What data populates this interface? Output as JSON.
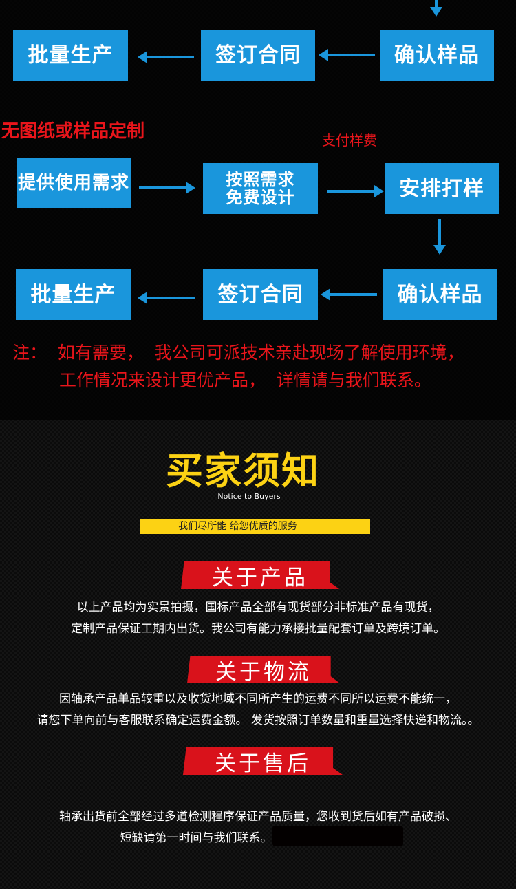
{
  "flow_top": {
    "row1": [
      "批量生产",
      "签订合同",
      "确认样品"
    ]
  },
  "custom_section": {
    "heading": "无图纸或样品定制",
    "pay_label": "支付样费",
    "row2": [
      "提供使用需求",
      "按照需求",
      "免费设计",
      "安排打样"
    ],
    "row3": [
      "批量生产",
      "签订合同",
      "确认样品"
    ],
    "note_line1": "注：  如有需要，  我公司可派技术亲赴现场了解使用环境，",
    "note_line2": "工作情况来设计更优产品，  详情请与我们联系。"
  },
  "notice": {
    "title": "买家须知",
    "subtitle": "Notice to Buyers",
    "slogan": "我们尽所能 给您优质的服务",
    "colors": {
      "yellow": "#fcd214",
      "red": "#d9121b",
      "blue": "#1a96dc"
    }
  },
  "sections": [
    {
      "title": "关于产品",
      "lines": [
        "以上产品均为实景拍摄，国标产品全部有现货部分非标准产品有现货，",
        "定制产品保证工期内出货。我公司有能力承接批量配套订单及跨境订单。"
      ]
    },
    {
      "title": "关于物流",
      "lines": [
        "因轴承产品单品较重以及收货地域不同所产生的运费不同所以运费不能统一，",
        "请您下单向前与客服联系确定运费金额。 发货按照订单数量和重量选择快递和物流。。"
      ]
    },
    {
      "title": "关于售后",
      "lines": [
        "轴承出货前全部经过多道检测程序保证产品质量，您收到货后如有产品破损、",
        "短缺请第一时间与我们联系。"
      ]
    }
  ]
}
